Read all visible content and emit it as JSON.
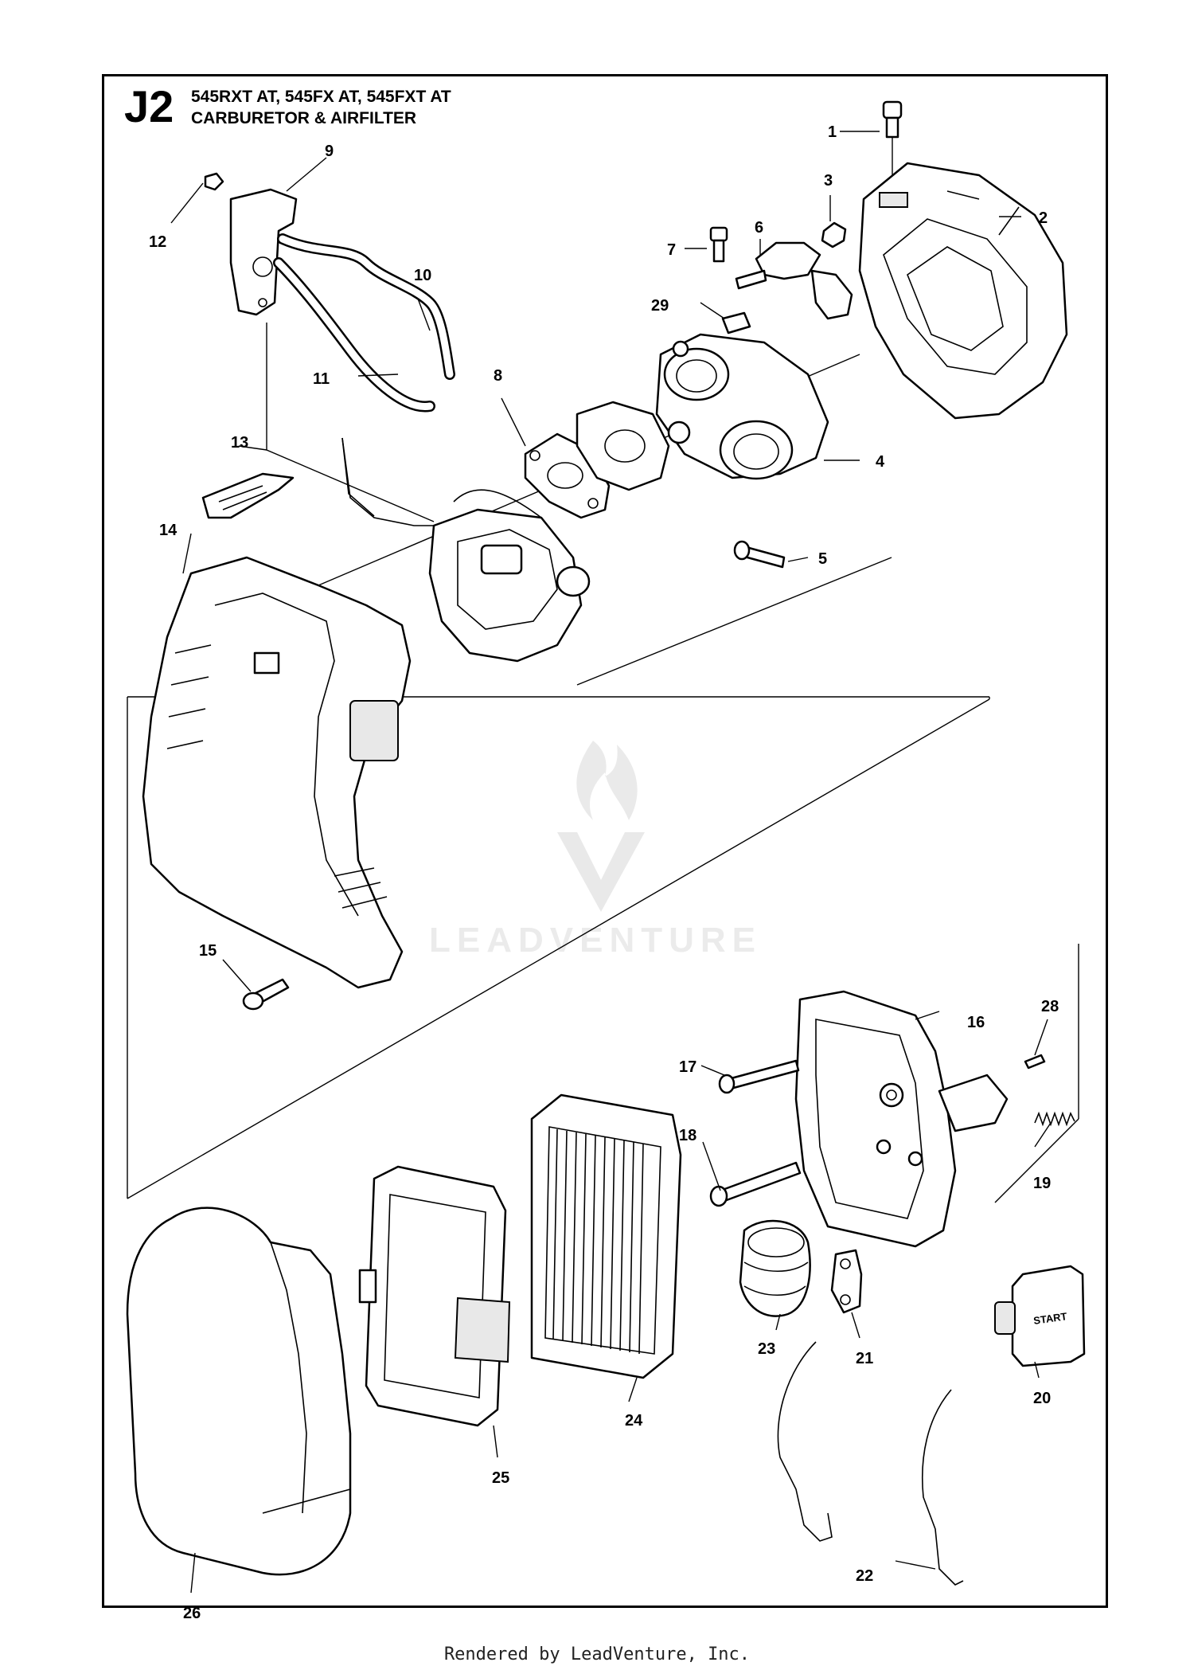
{
  "diagram": {
    "code": "J2",
    "models": "545RXT AT, 545FX AT, 545FXT AT",
    "section": "CARBURETOR & AIRFILTER",
    "footer": "Rendered by LeadVenture, Inc.",
    "watermark": "LEADVENTURE",
    "button_text": "START",
    "callouts": [
      "1",
      "2",
      "3",
      "4",
      "5",
      "6",
      "7",
      "8",
      "9",
      "10",
      "11",
      "12",
      "13",
      "14",
      "15",
      "16",
      "17",
      "18",
      "19",
      "20",
      "21",
      "22",
      "23",
      "24",
      "25",
      "26",
      "28",
      "29"
    ]
  }
}
